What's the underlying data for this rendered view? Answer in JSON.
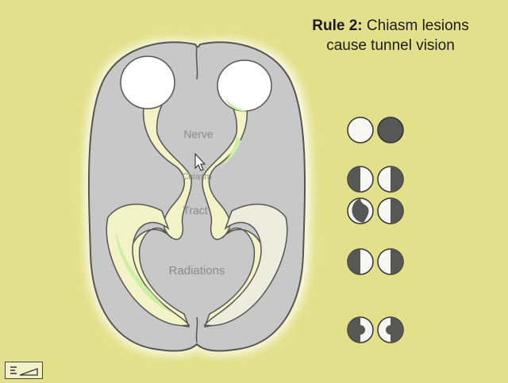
{
  "title": {
    "rule": "Rule 2:",
    "line1": "Chiasm lesions",
    "line2": "cause tunnel vision"
  },
  "labels": {
    "nerve": "Nerve",
    "chiasm": "Chiasm",
    "tract": "Tract",
    "radiations": "Radiations"
  },
  "visual_fields": [
    {
      "left": "full",
      "right": "blind"
    },
    {
      "left": "left-half-blind",
      "right": "right-half-blind"
    },
    {
      "left": "left-half-blind-bulge",
      "right": "right-half-blind"
    },
    {
      "left": "left-half-blind",
      "right": "right-half-blind"
    },
    {
      "left": "left-half-blind-notch",
      "right": "right-half-blind-notch"
    }
  ],
  "colors": {
    "background": "#e2e08a",
    "brain": "#c8c8c8",
    "tissue": "#f4f3c8",
    "accent": "#c9f0a3",
    "dark": "#555555"
  },
  "nav": {
    "icon": "slide-nav-icon"
  }
}
